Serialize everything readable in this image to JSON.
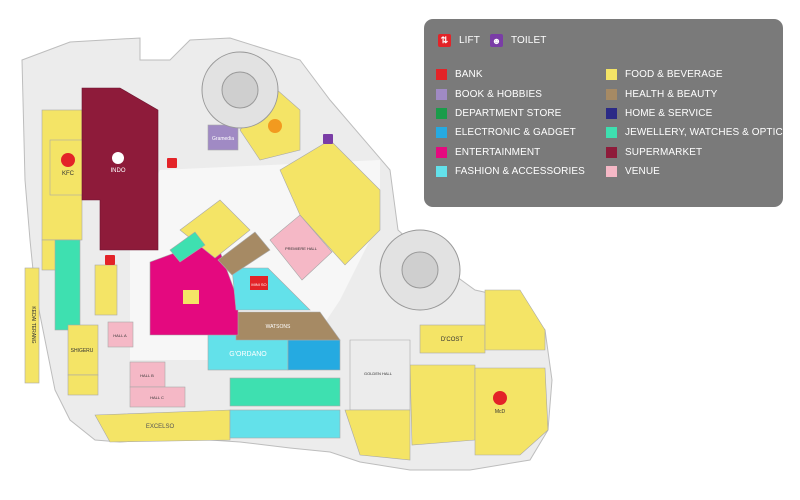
{
  "legend": {
    "lift_label": "LIFT",
    "toilet_label": "TOILET",
    "categories": [
      {
        "label": "BANK",
        "color": "#e32328"
      },
      {
        "label": "BOOK & HOBBIES",
        "color": "#a08ac4"
      },
      {
        "label": "DEPARTMENT STORE",
        "color": "#1a9c4a"
      },
      {
        "label": "ELECTRONIC & GADGET",
        "color": "#25aae1"
      },
      {
        "label": "ENTERTAINMENT",
        "color": "#e4097f"
      },
      {
        "label": "FASHION & ACCESSORIES",
        "color": "#63e1ea"
      },
      {
        "label": "FOOD & BEVERAGE",
        "color": "#f4e466"
      },
      {
        "label": "HEALTH & BEAUTY",
        "color": "#a68a64"
      },
      {
        "label": "HOME & SERVICE",
        "color": "#2b2a86"
      },
      {
        "label": "JEWELLERY, WATCHES & OPTICS",
        "color": "#3ee0b0"
      },
      {
        "label": "SUPERMARKET",
        "color": "#8e1b3a"
      },
      {
        "label": "VENUE",
        "color": "#f5b8c6"
      }
    ]
  },
  "map": {
    "stores": {
      "kfc": "KFC",
      "indo": "INDO",
      "gramedia": "Gramedia",
      "miniso": "MINI SO",
      "watsons": "WATSONS",
      "giordano": "G'ORDANO",
      "excelso": "EXCELSO",
      "dcost": "D'COST",
      "shigeru": "SHIGERU",
      "mcd": "McD"
    },
    "venues": {
      "premiere_hall": "PREMIERE HALL",
      "golden_hall": "GOLDEN HALL",
      "hall_a": "HALL A",
      "hall_b": "HALL B",
      "hall_c": "HALL C"
    },
    "entrances": {
      "left": "KEDAI TERANG"
    }
  }
}
